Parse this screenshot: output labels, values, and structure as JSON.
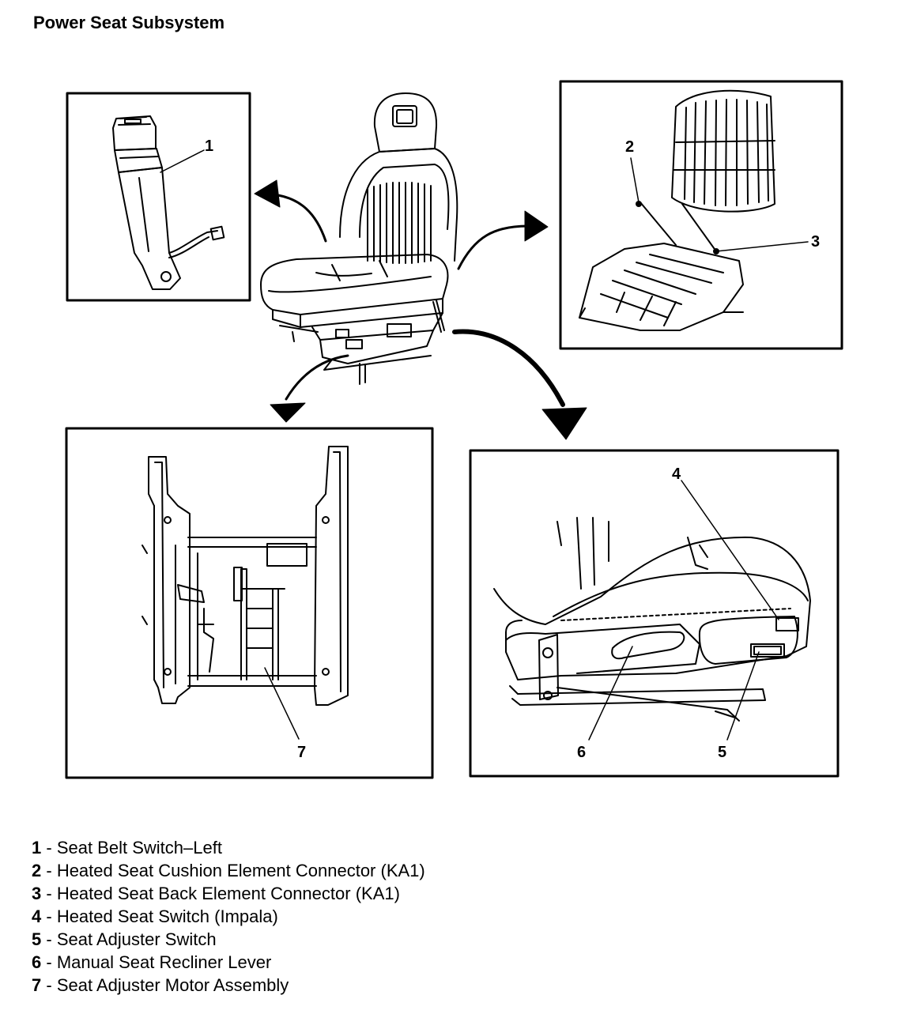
{
  "title": "Power Seat Subsystem",
  "callouts": [
    "1",
    "2",
    "3",
    "4",
    "5",
    "6",
    "7"
  ],
  "legend": [
    {
      "num": "1",
      "sep": " - ",
      "text": "Seat Belt Switch–Left"
    },
    {
      "num": "2",
      "sep": " - ",
      "text": "Heated Seat Cushion Element Connector (KA1)"
    },
    {
      "num": "3",
      "sep": " - ",
      "text": "Heated Seat Back Element Connector (KA1)"
    },
    {
      "num": "4",
      "sep": " - ",
      "text": "Heated Seat Switch (Impala)"
    },
    {
      "num": "5",
      "sep": " - ",
      "text": "Seat Adjuster Switch"
    },
    {
      "num": "6",
      "sep": " - ",
      "text": "Manual Seat Recliner Lever"
    },
    {
      "num": "7",
      "sep": " - ",
      "text": "Seat Adjuster Motor Assembly"
    }
  ]
}
